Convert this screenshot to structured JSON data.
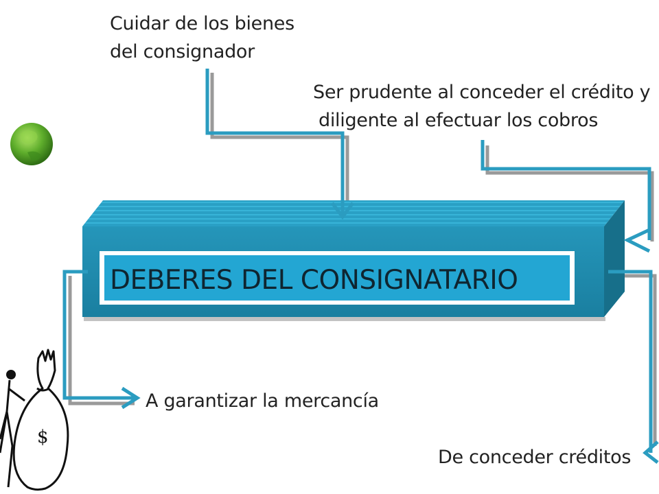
{
  "title": "DEBERES DEL CONSIGNATARIO",
  "duties": {
    "top_left": [
      "Cuidar de los bienes",
      "del consignador"
    ],
    "top_right": [
      "Ser prudente al conceder el crédito y",
      "diligente al efectuar los cobros"
    ],
    "bottom_left": "A garantizar la mercancía",
    "bottom_right": "De conceder créditos"
  },
  "colors": {
    "box_front": "#1f8eb0",
    "box_top": "#2ba3c8",
    "box_side": "#176f8a",
    "title_panel": "#23a6d3",
    "connector": "#2b9cc0",
    "shadow": "#9a9a9a"
  },
  "icons": [
    "green-globe-icon",
    "money-bag-icon"
  ]
}
